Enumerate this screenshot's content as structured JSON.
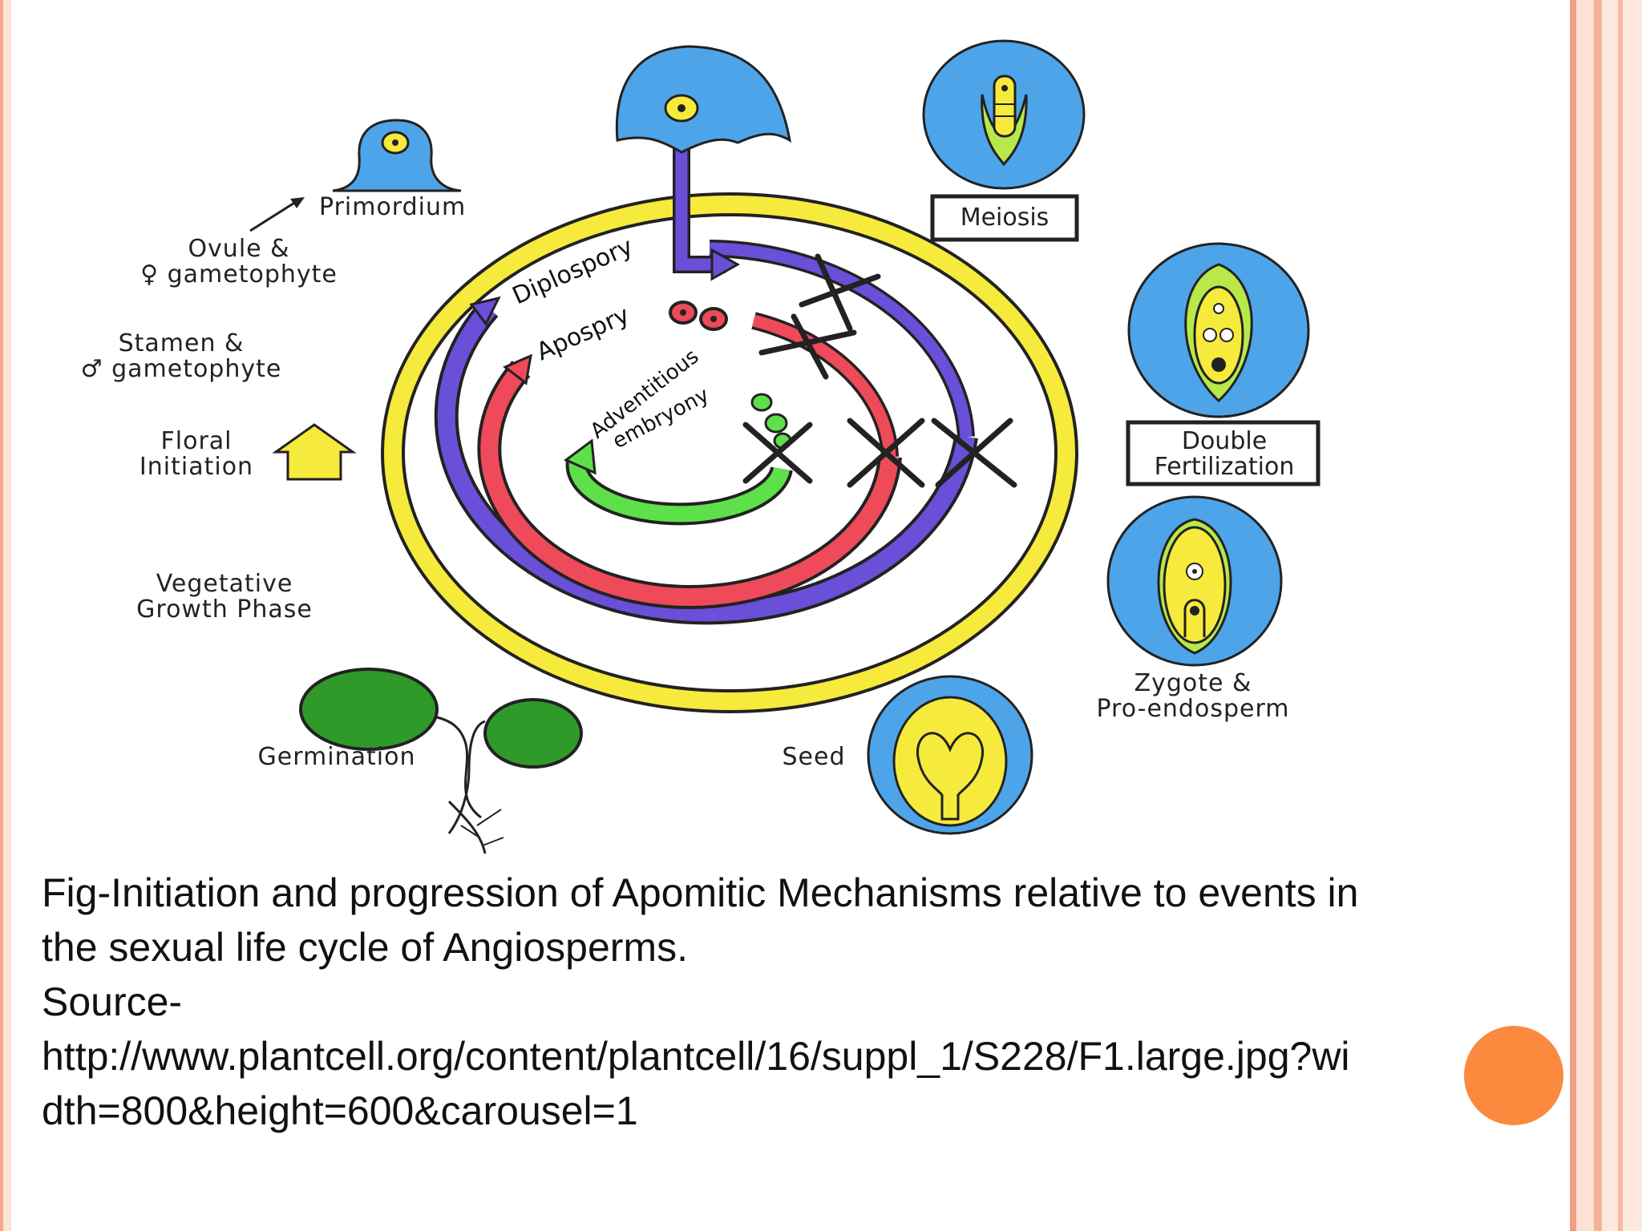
{
  "diagram": {
    "labels": {
      "primordium": "Primordium",
      "ovule_line1": "Ovule &",
      "ovule_line2": "♀ gametophyte",
      "stamen_line1": "Stamen &",
      "stamen_line2": "♂ gametophyte",
      "floral_line1": "Floral",
      "floral_line2": "Initiation",
      "vegetative_line1": "Vegetative",
      "vegetative_line2": "Growth Phase",
      "germination": "Germination",
      "seed": "Seed",
      "meiosis": "Meiosis",
      "double_fert_line1": "Double",
      "double_fert_line2": "Fertilization",
      "zygote_line1": "Zygote &",
      "zygote_line2": "Pro-endosperm",
      "diplospory": "Diplospory",
      "apospry": "Apospry",
      "adventitious_line1": "Adventitious",
      "adventitious_line2": "embryony"
    },
    "colors": {
      "sexual_cycle": "#f6ea3c",
      "diplospory": "#6a4fd8",
      "apospory": "#ef4a5a",
      "adventitious": "#5ee04a",
      "tissue_blue": "#4ea4e8",
      "embryo_sac": "#b8e84a",
      "leaf_green": "#2f9a2a"
    }
  },
  "caption": {
    "line1": "Fig-Initiation and progression of Apomitic Mechanisms relative to events in",
    "line2": "the sexual life cycle of Angiosperms.",
    "line3": "Source-",
    "line4": "http://www.plantcell.org/content/plantcell/16/suppl_1/S228/F1.large.jpg?wi",
    "line5": "dth=800&height=600&carousel=1"
  }
}
